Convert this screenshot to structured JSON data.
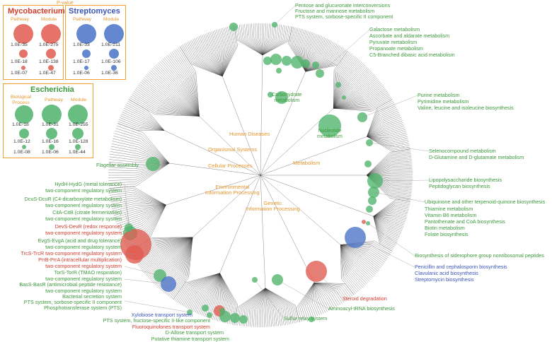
{
  "legend": {
    "pvalue_label": "P-value",
    "mycobacterium": {
      "title": "Mycobacterium",
      "color": "#e05a4f",
      "columns": [
        "Pathway",
        "Module"
      ],
      "values": [
        [
          "1.0E-35",
          "1.0E-275"
        ],
        [
          "1.0E-18",
          "1.0E-138"
        ],
        [
          "1.0E-07",
          "1.0E-47"
        ]
      ]
    },
    "streptomyces": {
      "title": "Streptomyces",
      "color": "#4a72c8",
      "columns": [
        "Pathway",
        "Module"
      ],
      "values": [
        [
          "1.0E-33",
          "1.0E-211"
        ],
        [
          "1.0E-17",
          "1.0E-106"
        ],
        [
          "1.0E-06",
          "1.0E-36"
        ]
      ]
    },
    "escherichia": {
      "title": "Escherichia",
      "color": "#4db36a",
      "columns": [
        "Biological\nProcess",
        "Pathway",
        "Module"
      ],
      "values": [
        [
          "1.0E-18",
          "1.0E-31",
          "1.0E-255"
        ],
        [
          "1.0E-12",
          "1.0E-16",
          "1.0E-128"
        ],
        [
          "1.0E-08",
          "1.0E-06",
          "1.0E-44"
        ]
      ]
    }
  },
  "colors": {
    "green": "#4db36a",
    "red": "#e05a4f",
    "blue": "#4a72c8",
    "orange": "#e8952b",
    "tree": "#333333"
  },
  "categories": {
    "human_diseases": "Human Diseases",
    "organismal_systems": "Organismal Systems",
    "cellular_processes": "Cellular Processes",
    "environmental": "Environmental\nInformation Processing",
    "genetic": "Genetic\nInformation Processing",
    "metabolism": "Metabolism",
    "carbohydrate": "Carbohydrate\nmetabolism",
    "nucleotide": "Nucleotide\nmetabolism"
  },
  "labels": {
    "top": [
      "Pentose and glucuronate interconversions",
      "Fructose and mannose metabolism",
      "PTS system, sorbose-specific II component"
    ],
    "right1": [
      "Galactose metabolism",
      "Ascorbate and aldarate metabolism",
      "Pyruvate metabolism",
      "Propanoate metabolism",
      "C5-Branched dibasic acid metabolism"
    ],
    "right2": [
      "Purine metabolism",
      "Pyrimidine metabolism",
      "Valine, leucine and isoleucine biosynthesis"
    ],
    "right3": [
      "Selenocompound metabolism",
      "D-Glutamine and D-glutamate metabolism"
    ],
    "right4": [
      "Lipopolysaccharide biosynthesis",
      "Peptidoglycan biosynthesis"
    ],
    "right5": [
      "Ubiquinone and other terpenoid-quinone biosynthesis",
      "Thiamine metabolism",
      "Vitamin B6 metabolism",
      "Pantothenate and CoA biosynthesis",
      "Biotin metabolism",
      "Folate biosynthesis"
    ],
    "right6": "Biosynthesis of siderophore group nonribosomal peptides",
    "right_blue": [
      "Penicillin and cephalosporin biosynthesis",
      "Clavulanic acid biosynthesis",
      "Streptomycin biosynthesis"
    ],
    "steroid": "Steroid degradation",
    "aminoacyl": "Aminoacyl-tRNA biosynthesis",
    "sulfur": "Sulfur relay system",
    "flagellar": "Flagellar assembly",
    "left": [
      {
        "text": "HydH-HydG (metal tolerance)",
        "color": "green"
      },
      {
        "text": "two-component regulatory system",
        "color": "green"
      },
      {
        "text": "DcuS-DcuR (C4-dicarboxylate metabolism)",
        "color": "green"
      },
      {
        "text": "two-component regulatory system",
        "color": "green"
      },
      {
        "text": "CitA-CitB (citrate fermentation)",
        "color": "green"
      },
      {
        "text": "two-component regulatory system",
        "color": "green"
      },
      {
        "text": "DevS-DevR (redox response)",
        "color": "red"
      },
      {
        "text": "two-component regulatory system",
        "color": "red"
      },
      {
        "text": "EvgS-EvgA (acid and drug tolerance)",
        "color": "green"
      },
      {
        "text": "two-component regulatory system",
        "color": "green"
      },
      {
        "text": "TrcS-TrcR two-component regulatory system",
        "color": "red"
      },
      {
        "text": "PrrB-PrrA (intracellular multiplication)",
        "color": "red"
      },
      {
        "text": "two-component regulatory system",
        "color": "red"
      },
      {
        "text": "TorS-TorR (TMAO respiration)",
        "color": "green"
      },
      {
        "text": "two-component regulatory system",
        "color": "green"
      },
      {
        "text": "BasS-BasR (antimicrobial peptide resistance)",
        "color": "green"
      },
      {
        "text": "two-component regulatory system",
        "color": "green"
      },
      {
        "text": "Bacterial secretion system",
        "color": "green"
      },
      {
        "text": "PTS system, sorbose-specific II component",
        "color": "green"
      },
      {
        "text": "Phosphotransferase system (PTS)",
        "color": "green"
      }
    ],
    "bottom": [
      {
        "text": "Xylobiose transport system",
        "color": "blue"
      },
      {
        "text": "PTS system, fructose-specific II-like component",
        "color": "green"
      },
      {
        "text": "Fluoroquinolones transport system",
        "color": "red"
      },
      {
        "text": "D-Allose transport system",
        "color": "green"
      },
      {
        "text": "Putative thiamine transport system",
        "color": "green"
      }
    ]
  }
}
